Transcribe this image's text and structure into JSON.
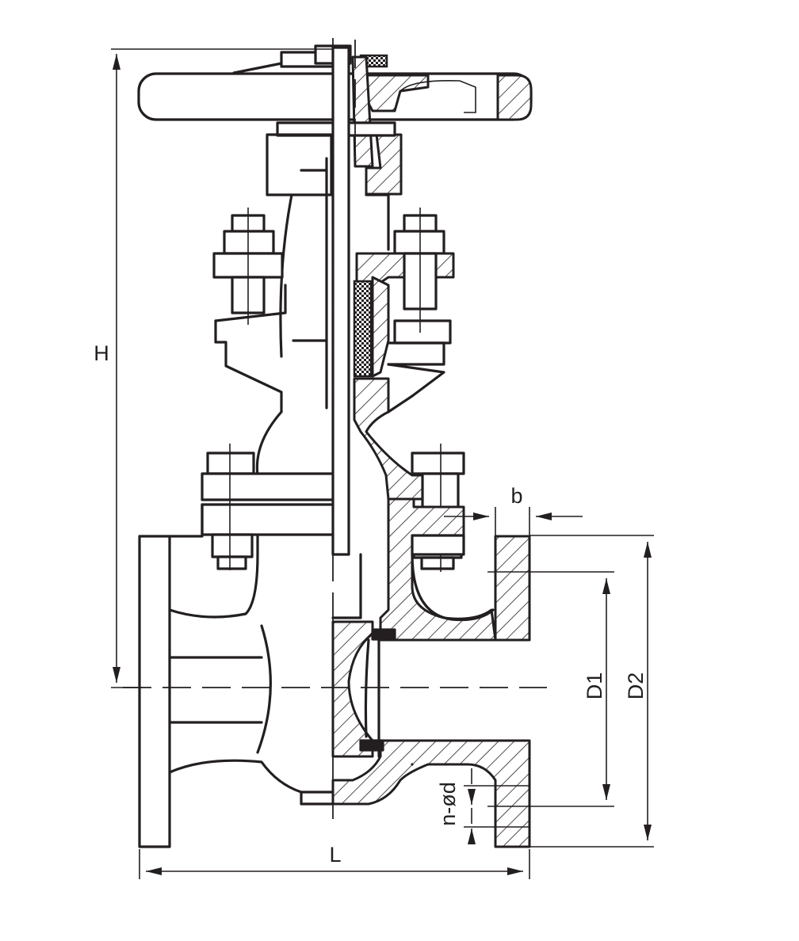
{
  "labels": {
    "height": "H",
    "length": "L",
    "face_thickness": "b",
    "bolt_circle_diameter": "D1",
    "flange_diameter": "D2",
    "bolt_holes": "n-ød"
  }
}
